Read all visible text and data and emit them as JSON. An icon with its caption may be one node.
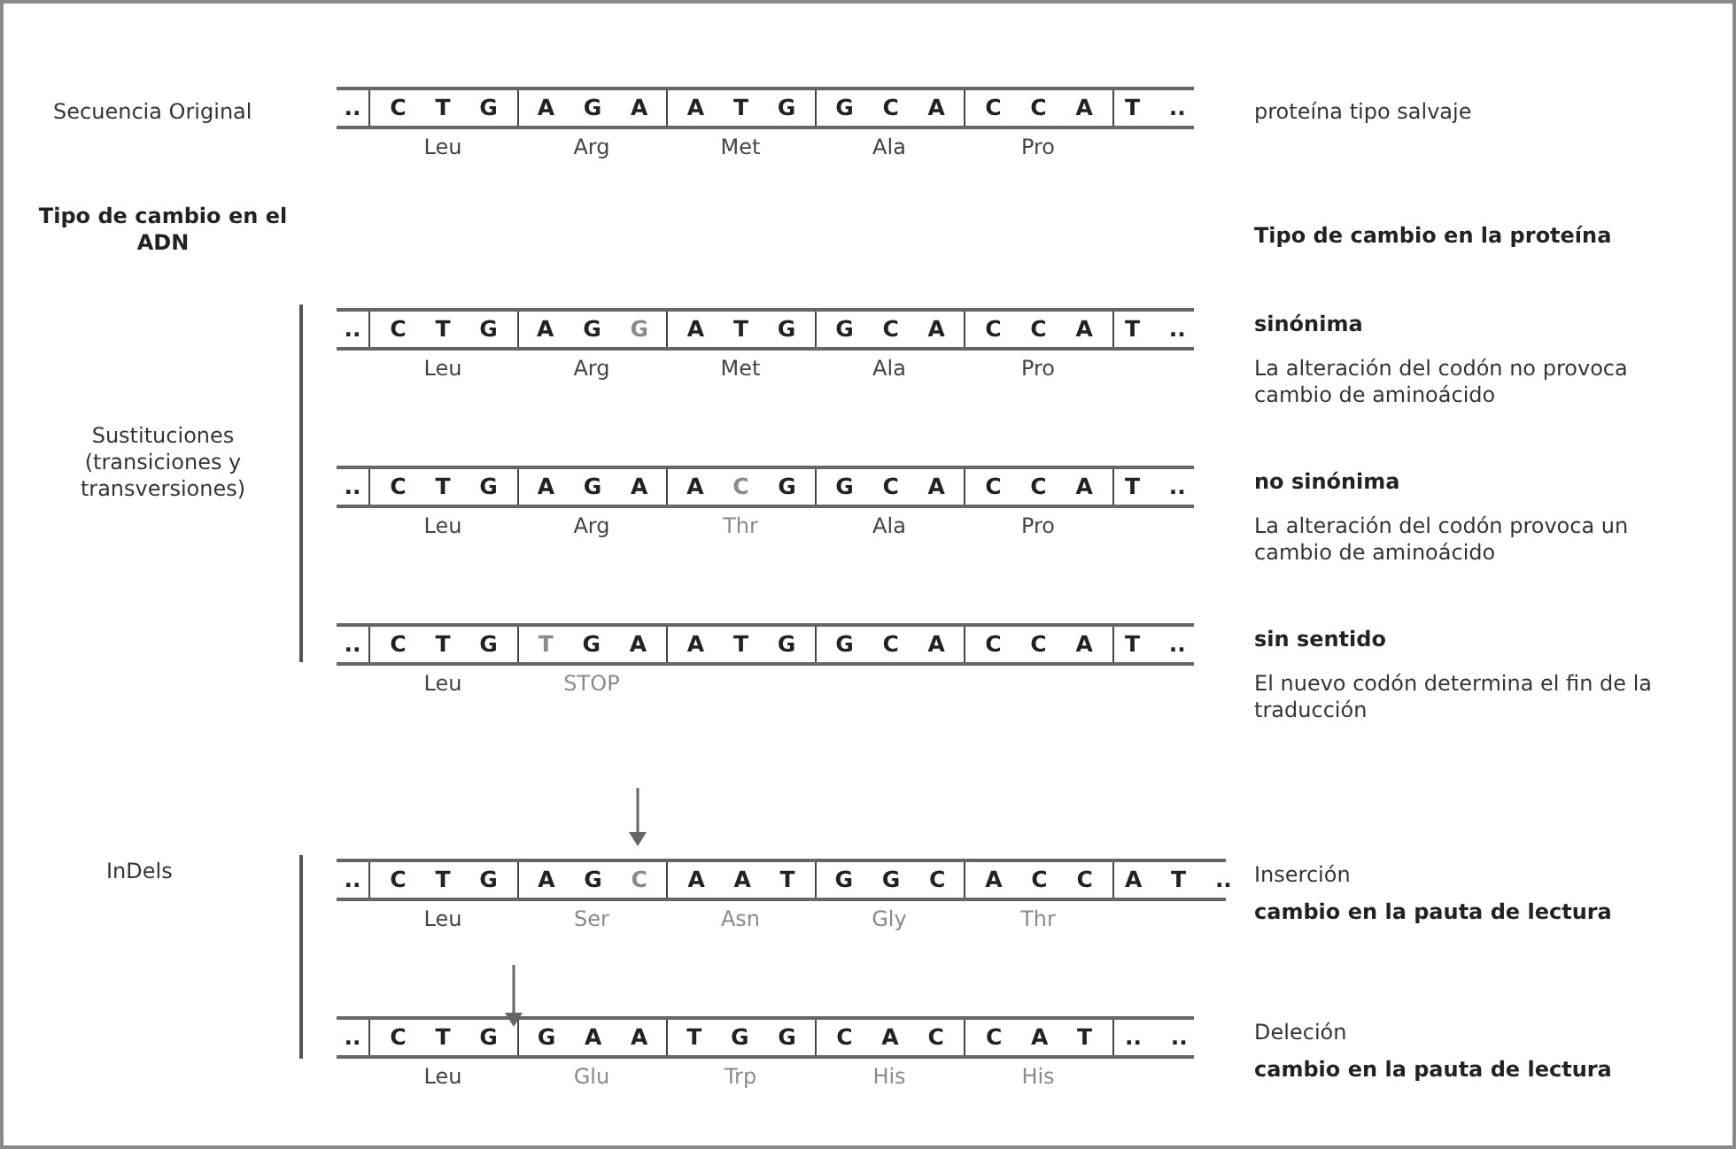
{
  "diagram": {
    "labels": [
      "Secuencia Original",
      "..",
      "C T G",
      "A G A",
      "A T G",
      "G C A",
      "C C A",
      "T ..",
      "proteína tipo salvaje",
      "Leu",
      "Arg",
      "Met",
      "Ala",
      "Pro",
      "Tipo de cambio en el ADN",
      "Tipo de cambio en la proteína",
      "..",
      "C T G",
      "A G G",
      "A T G",
      "G C A",
      "C C A",
      "T ..",
      "sinónima",
      "Leu",
      "Arg",
      "Met",
      "Ala",
      "Pro",
      "La alteración del codón no provoca cambio de aminoácido",
      "Sustituciones (transiciones y transversiones)",
      "..",
      "C T G",
      "A G A",
      "A C G",
      "G C A",
      "C C A",
      "T ..",
      "no sinónima",
      "Leu",
      "Arg",
      "Thr",
      "Ala",
      "Pro",
      "La alteración del codón provoca un cambio de aminoácido",
      "..",
      "C T G",
      "T G A",
      "A T G",
      "G C A",
      "C C A",
      "T ..",
      "sin sentido",
      "Leu",
      "STOP",
      "El nuevo codón determina el fin de la traducción",
      "..",
      "C T G",
      "A G C",
      "A A T",
      "G G C",
      "A C C",
      "A T ..",
      "Inserción",
      "Leu",
      "Ser",
      "Asn",
      "Gly",
      "Thr",
      "cambio en la pauta de lectura",
      "InDels",
      "..",
      "C T G",
      "G A A",
      "T G G",
      "C A C",
      "C A T",
      ".. ..",
      "Deleción",
      "Leu",
      "Glu",
      "Trp",
      "His",
      "His",
      "cambio en la pauta de lectura"
    ]
  }
}
